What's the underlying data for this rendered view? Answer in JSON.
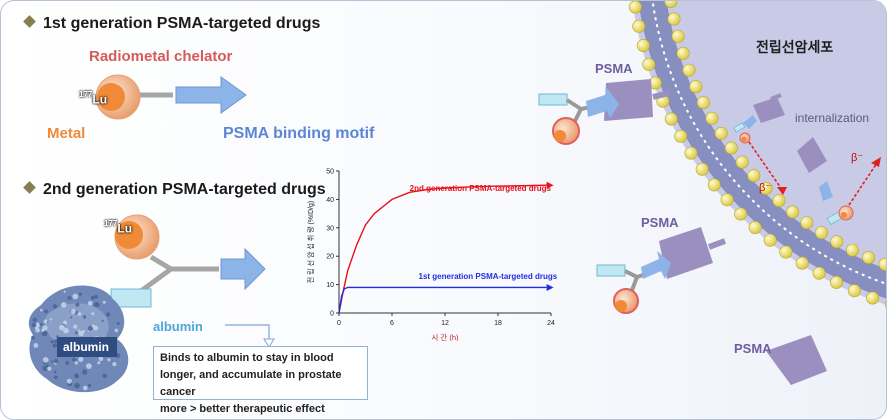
{
  "gen1": {
    "heading": "1st generation PSMA-targeted drugs",
    "chelator_label": "Radiometal chelator",
    "metal_label": "Metal",
    "binding_label": "PSMA binding motif",
    "isotope_mass": "177",
    "isotope_symbol": "Lu"
  },
  "gen2": {
    "heading": "2nd generation PSMA-targeted drugs",
    "isotope_mass": "177",
    "isotope_symbol": "Lu",
    "albumin_label": "albumin",
    "albumin_protein_label": "albumin",
    "info_lines": [
      "Binds to albumin to stay in blood",
      "longer, and accumulate in prostate cancer",
      "more > better therapeutic effect"
    ]
  },
  "chart_data": {
    "type": "line",
    "xlabel": "시 간 (h)",
    "ylabel": "전 립 선 암 섭 취 량 (%ID/g)",
    "xlim": [
      0,
      24
    ],
    "ylim": [
      0,
      50
    ],
    "x_ticks": [
      "0",
      "6",
      "12",
      "18",
      "24"
    ],
    "y_ticks": [
      "0",
      "10",
      "20",
      "30",
      "40",
      "50"
    ],
    "series": [
      {
        "name": "2nd generation PSMA-targeted drugs",
        "color": "#e8101c",
        "x": [
          0,
          0.5,
          1,
          2,
          3,
          4,
          6,
          8,
          10,
          12,
          14,
          16,
          18,
          20,
          22,
          23.5
        ],
        "y": [
          0,
          8,
          15,
          24,
          31,
          35,
          40,
          42.5,
          43.5,
          44,
          44.3,
          44.5,
          44.7,
          44.8,
          44.9,
          45
        ]
      },
      {
        "name": "1st generation PSMA-targeted drugs",
        "color": "#1f2ee0",
        "x": [
          0,
          0.3,
          0.6,
          1,
          2,
          4,
          8,
          12,
          16,
          20,
          23.5
        ],
        "y": [
          0,
          6,
          8.5,
          9,
          9,
          9,
          9,
          9,
          9,
          9,
          9
        ]
      }
    ]
  },
  "cell": {
    "title": "전립선암세포",
    "internalization_label": "internalization",
    "beta_label": "β⁻",
    "psma_labels": [
      "PSMA",
      "PSMA",
      "PSMA"
    ]
  },
  "colors": {
    "arrow_blue": "#8db4e8",
    "psma_purple": "#9b8fc0",
    "cell_fill": "#c9cbe6",
    "lipid_head": "#f3e87a",
    "chelator_ring": "#f6c9a7",
    "metal_core": "#f08a36"
  }
}
